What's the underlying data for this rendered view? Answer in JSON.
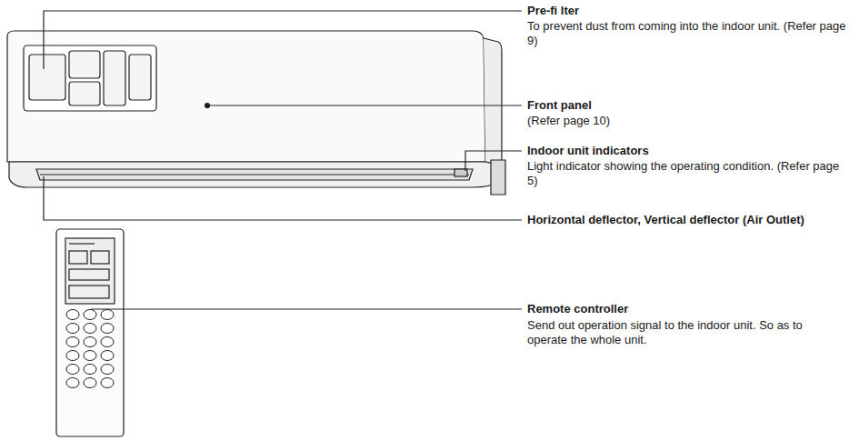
{
  "diagram": {
    "labels": [
      "Pre-fi lter",
      "To prevent dust from coming into the indoor unit. (Refer page 9)",
      "Front panel",
      "(Refer page 10)",
      "Indoor unit indicators",
      "Light indicator showing the operating condition. (Refer page 5)",
      "Horizontal deflector, Vertical deflector (Air Outlet)",
      "Remote controller",
      "Send out operation signal to the indoor unit. So as to operate the whole unit."
    ]
  }
}
